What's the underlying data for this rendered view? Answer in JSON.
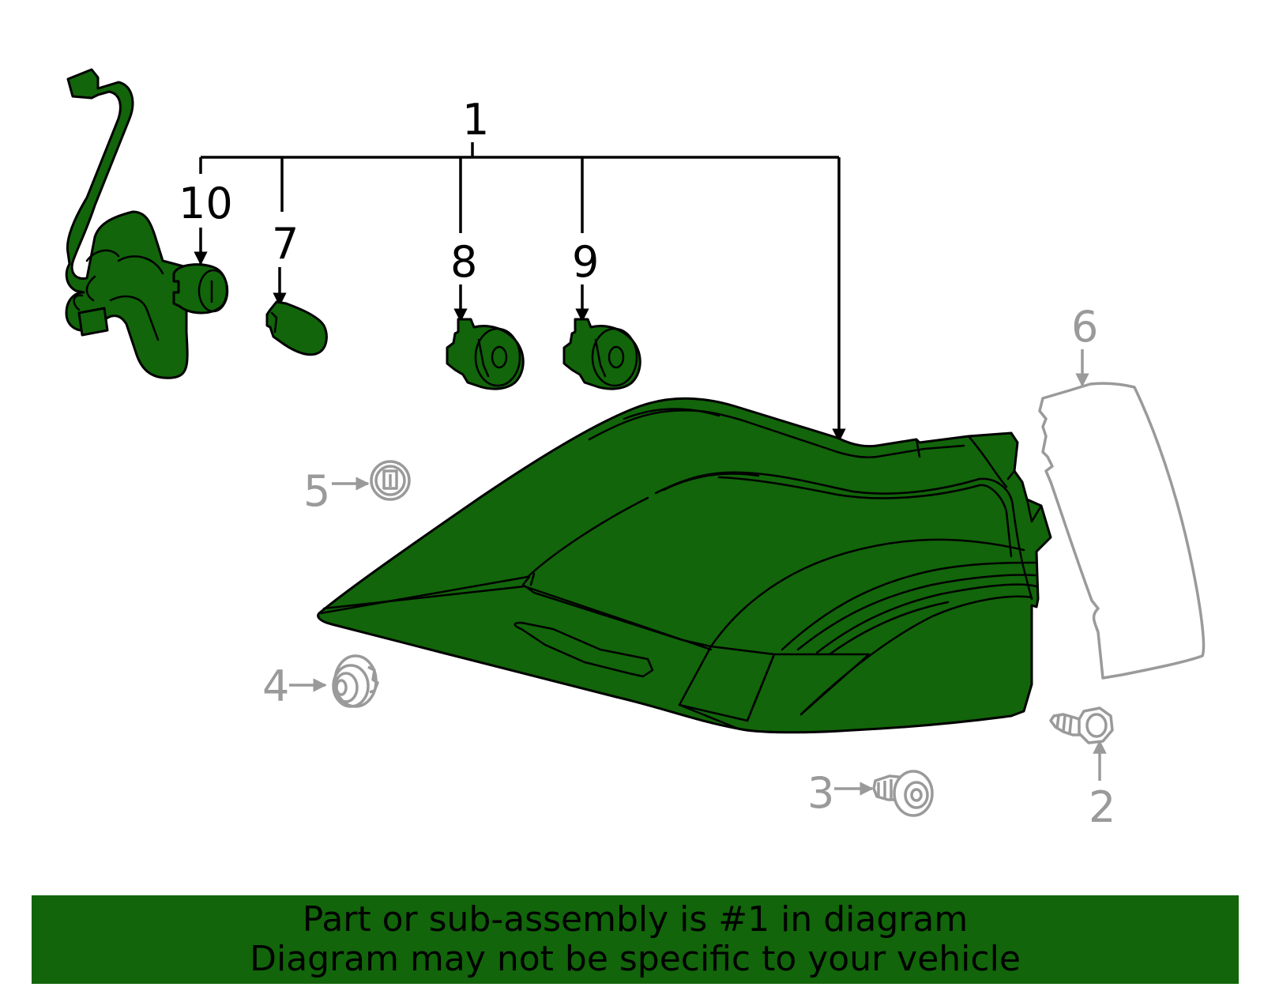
{
  "callouts": {
    "c1": "1",
    "c2": "2",
    "c3": "3",
    "c4": "4",
    "c5": "5",
    "c6": "6",
    "c7": "7",
    "c8": "8",
    "c9": "9",
    "c10": "10"
  },
  "banner": {
    "line1": "Part or sub-assembly is #1 in diagram",
    "line2": "Diagram may not be specific to your vehicle"
  },
  "colors": {
    "highlight": "#12650a",
    "outline": "#000000",
    "inactive_part": "#9a9a9a"
  }
}
